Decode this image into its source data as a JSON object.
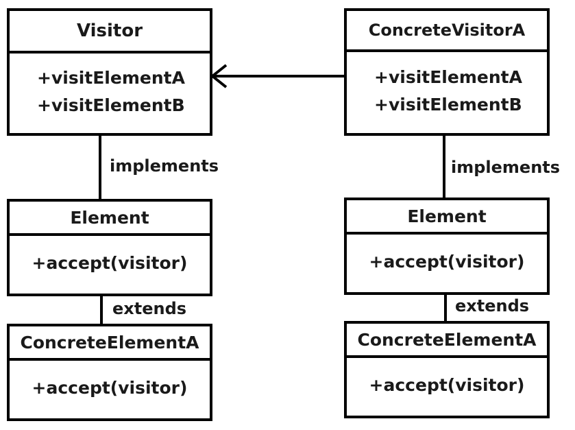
{
  "left": {
    "visitor": {
      "title": "Visitor",
      "methods": [
        "+visitElementA",
        "+visitElementB"
      ]
    },
    "implements_label": "implements",
    "element": {
      "title": "Element",
      "method": "+accept(visitor)"
    },
    "extends_label": "extends",
    "concrete_element": {
      "title": "ConcreteElementA",
      "method": "+accept(visitor)"
    }
  },
  "right": {
    "concrete_visitor": {
      "title": "ConcreteVisitorA",
      "methods": [
        "+visitElementA",
        "+visitElementB"
      ]
    },
    "implements_label": "implements",
    "element": {
      "title": "Element",
      "method": "+accept(visitor)"
    },
    "extends_label": "extends",
    "concrete_element": {
      "title": "ConcreteElementA",
      "method": "+accept(visitor)"
    }
  }
}
